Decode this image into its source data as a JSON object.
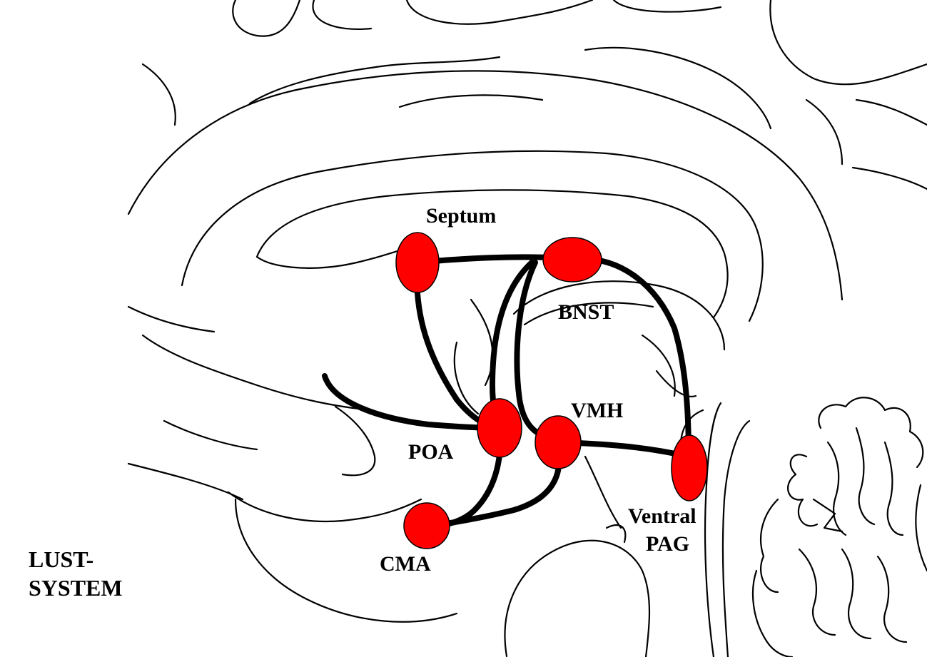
{
  "title_line1": "LUST-",
  "title_line2": "SYSTEM",
  "nodes": [
    {
      "id": "septum",
      "label": "Septum"
    },
    {
      "id": "bnst",
      "label": "BNST"
    },
    {
      "id": "poa",
      "label": "POA"
    },
    {
      "id": "vmh",
      "label": "VMH"
    },
    {
      "id": "cma",
      "label": "CMA"
    },
    {
      "id": "vpag",
      "label_line1": "Ventral",
      "label_line2": "PAG"
    }
  ],
  "colors": {
    "node_fill": "#ff0000",
    "pathway": "#000000",
    "outline": "#000000",
    "background": "#ffffff"
  },
  "icons": [
    "brain-sagittal-outline"
  ]
}
